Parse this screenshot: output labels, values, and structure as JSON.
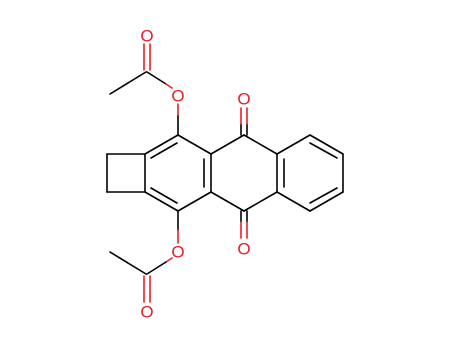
{
  "molecule": {
    "atoms": {
      "o_carbonyl_top_acetyl": "O",
      "o_ester_top": "O",
      "o_quinone_top": "O",
      "o_quinone_bottom": "O",
      "o_ester_bottom": "O",
      "o_carbonyl_bottom_acetyl": "O"
    }
  },
  "colors": {
    "bond": "#000000",
    "oxygen": "#e8202a",
    "background": "#ffffff"
  }
}
